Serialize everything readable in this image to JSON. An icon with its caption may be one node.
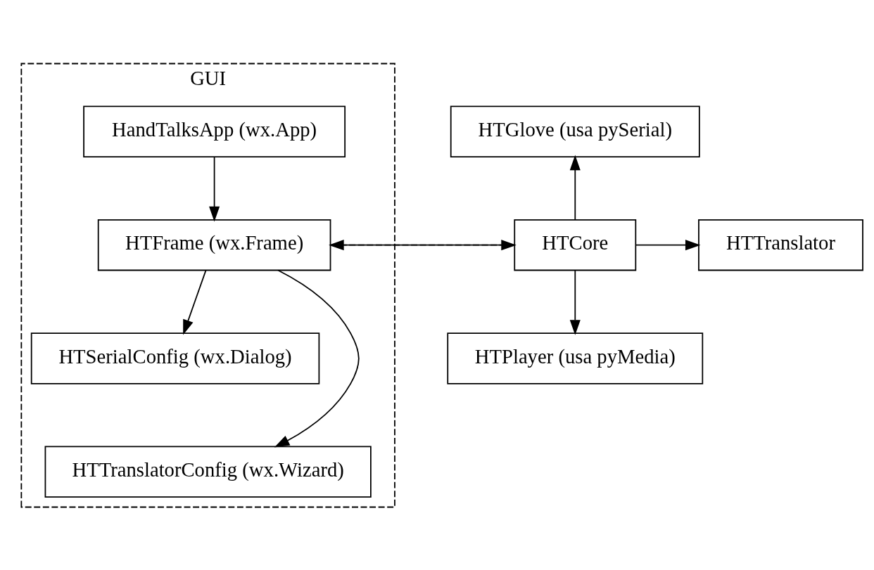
{
  "diagram": {
    "nodes": [
      {
        "text": [
          "GUI"
        ]
      },
      {
        "text": [
          "HandTalksApp (wx.App)"
        ],
        "in": 0
      },
      {
        "text": [
          "HTFrame (wx.Frame)"
        ],
        "in": 0
      },
      {
        "text": [
          "HTSerialConfig (wx.Dialog)"
        ],
        "in": 0
      },
      {
        "text": [
          "HTTranslatorConfig (wx.Wizard)"
        ],
        "in": 0
      },
      {
        "text": [
          "HTGlove (usa pySerial)"
        ]
      },
      {
        "text": [
          "HTCore"
        ]
      },
      {
        "text": [
          "HTTranslator"
        ]
      },
      {
        "text": [
          "HTPlayer (usa pyMedia)"
        ]
      }
    ],
    "edges": [
      {
        "from": 1,
        "to": 2,
        "arrow": "to"
      },
      {
        "from": 2,
        "to": 6,
        "arrow": "to"
      },
      {
        "from": 6,
        "to": 2,
        "arrow": "to",
        "style": "dashed"
      },
      {
        "from": 2,
        "to": 3,
        "arrow": "to"
      },
      {
        "from": 2,
        "to": 4,
        "arrow": "to"
      },
      {
        "from": 6,
        "to": 5,
        "arrow": "to"
      },
      {
        "from": 6,
        "to": 7,
        "arrow": "to"
      },
      {
        "from": 6,
        "to": 8,
        "arrow": "to"
      }
    ]
  }
}
